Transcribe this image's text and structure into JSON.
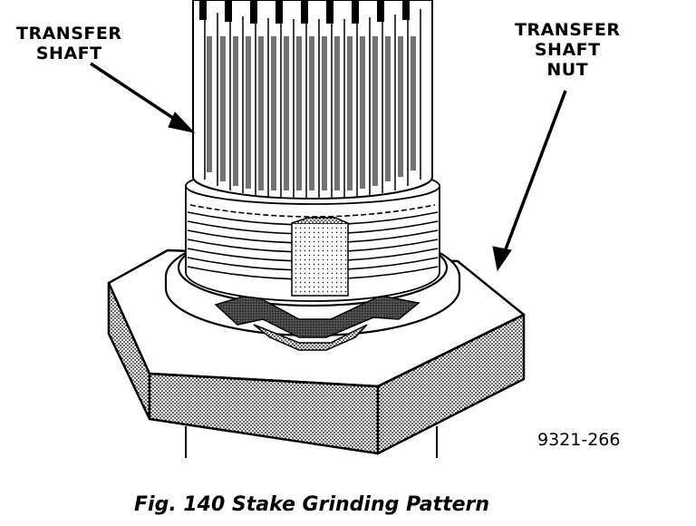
{
  "labels": {
    "transfer_shaft": [
      "TRANSFER",
      "SHAFT"
    ],
    "transfer_shaft_nut": [
      "TRANSFER",
      "SHAFT",
      "NUT"
    ]
  },
  "part_code": "9321-266",
  "caption": "Fig. 140 Stake Grinding Pattern"
}
